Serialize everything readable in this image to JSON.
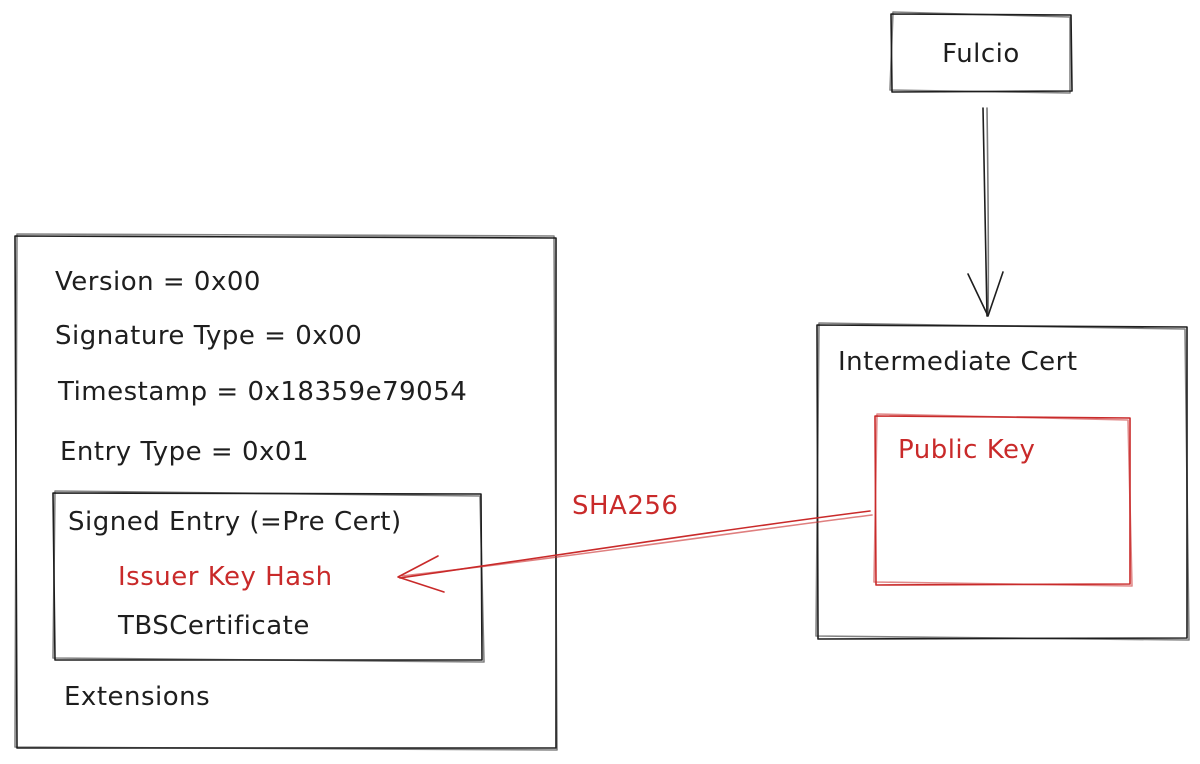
{
  "fulcio": {
    "label": "Fulcio"
  },
  "sct": {
    "fields": [
      "Version = 0x00",
      "Signature Type = 0x00",
      "Timestamp = 0x18359e79054",
      "Entry Type = 0x01"
    ],
    "signed_entry": {
      "title": "Signed Entry (=Pre Cert)",
      "issuer_key_hash": "Issuer Key Hash",
      "tbs_certificate": "TBSCertificate"
    },
    "extensions": "Extensions"
  },
  "intermediate_cert": {
    "title": "Intermediate Cert",
    "public_key": "Public Key"
  },
  "hash_arrow": {
    "label": "SHA256"
  },
  "colors": {
    "ink": "#1e1e1e",
    "accent_red": "#c92a2a",
    "background": "#ffffff"
  }
}
